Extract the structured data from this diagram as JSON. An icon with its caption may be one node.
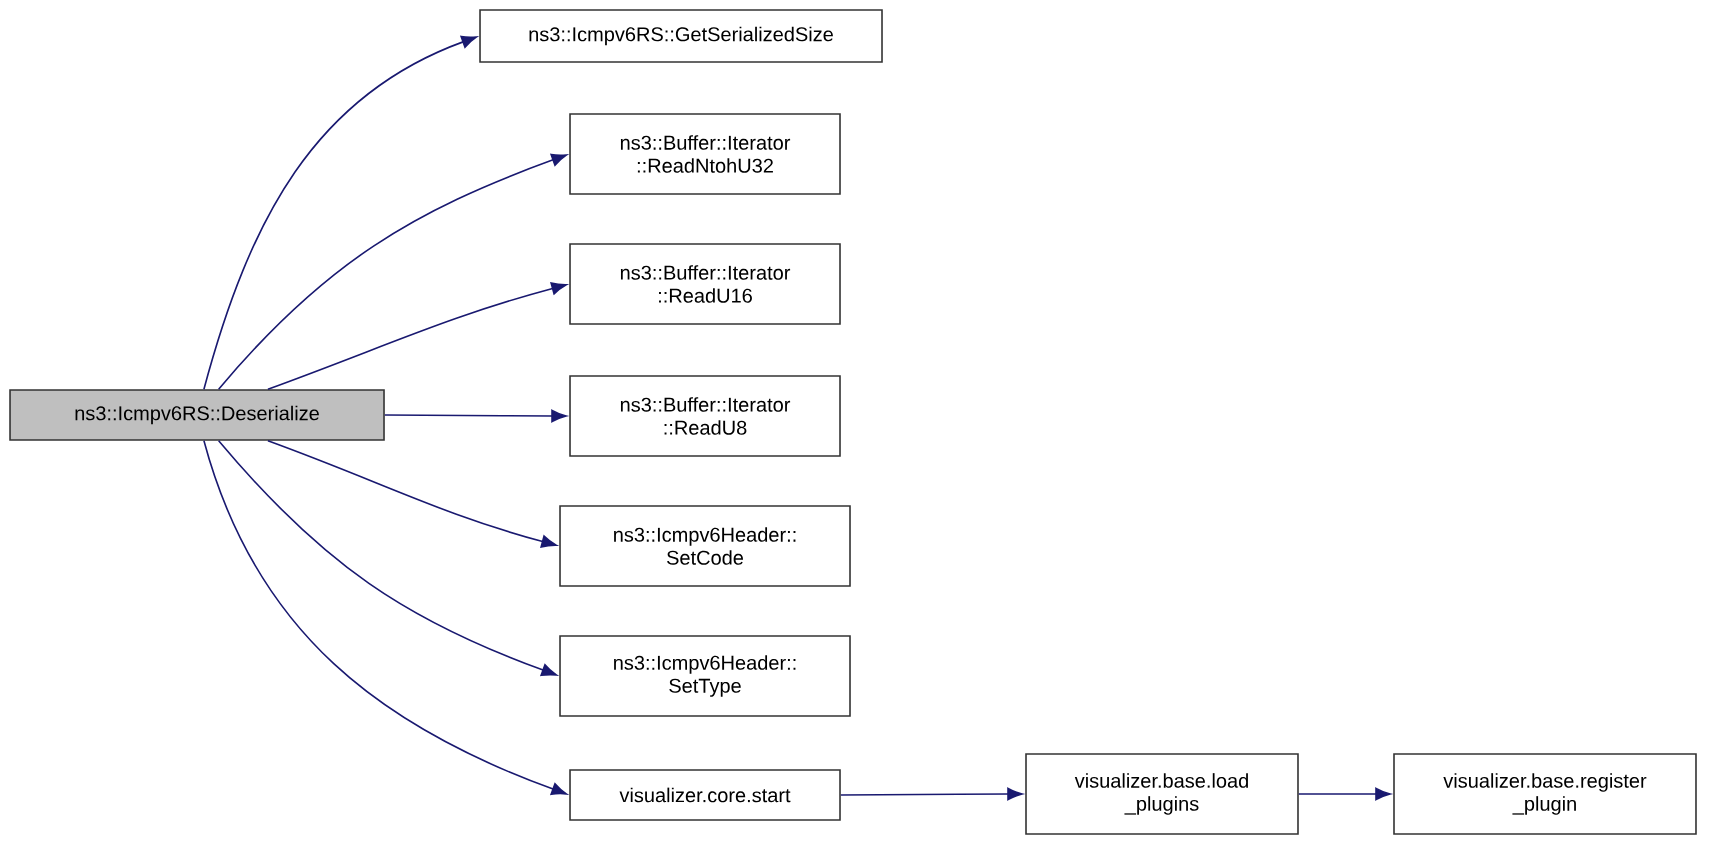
{
  "diagram": {
    "nodes": [
      {
        "text": [
          "ns3::Icmpv6RS::Deserialize"
        ]
      },
      {
        "text": [
          "ns3::Icmpv6RS::GetSerializedSize"
        ]
      },
      {
        "text": [
          "ns3::Buffer::Iterator ::ReadNtohU32"
        ]
      },
      {
        "text": [
          "ns3::Buffer::Iterator ::ReadU16"
        ]
      },
      {
        "text": [
          "ns3::Buffer::Iterator ::ReadU8"
        ]
      },
      {
        "text": [
          "ns3::Icmpv6Header:: SetCode"
        ]
      },
      {
        "text": [
          "ns3::Icmpv6Header:: SetType"
        ]
      },
      {
        "text": [
          "visualizer.core.start"
        ]
      },
      {
        "text": [
          "visualizer.base.load _plugins"
        ]
      },
      {
        "text": [
          "visualizer.base.register _plugin"
        ]
      }
    ],
    "edges": [
      {
        "from": 0,
        "to": 1,
        "arrow": "to"
      },
      {
        "from": 0,
        "to": 2,
        "arrow": "to"
      },
      {
        "from": 0,
        "to": 3,
        "arrow": "to"
      },
      {
        "from": 0,
        "to": 4,
        "arrow": "to"
      },
      {
        "from": 0,
        "to": 5,
        "arrow": "to"
      },
      {
        "from": 0,
        "to": 6,
        "arrow": "to"
      },
      {
        "from": 0,
        "to": 7,
        "arrow": "to"
      },
      {
        "from": 7,
        "to": 8,
        "arrow": "to"
      },
      {
        "from": 8,
        "to": 9,
        "arrow": "to"
      }
    ]
  }
}
